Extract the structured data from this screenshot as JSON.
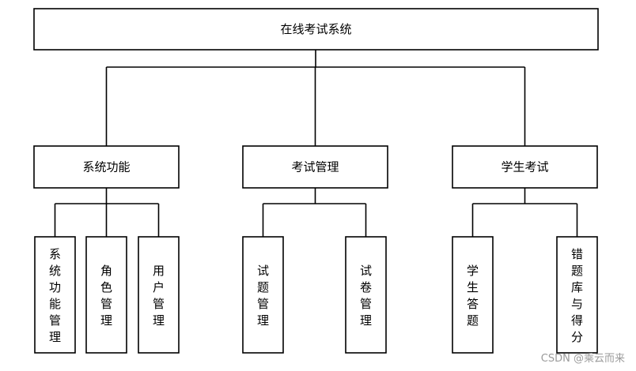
{
  "diagram": {
    "title": "在线考试系统",
    "modules": [
      {
        "label": "系统功能",
        "children": [
          "系统功能管理",
          "角色管理",
          "用户管理"
        ]
      },
      {
        "label": "考试管理",
        "children": [
          "试题管理",
          "试卷管理"
        ]
      },
      {
        "label": "学生考试",
        "children": [
          "学生答题",
          "错题库与得分"
        ]
      }
    ]
  },
  "watermark": "CSDN @乘云而来",
  "colors": {
    "stroke": "#000000",
    "background": "#ffffff",
    "watermark": "#9a9a9a"
  }
}
